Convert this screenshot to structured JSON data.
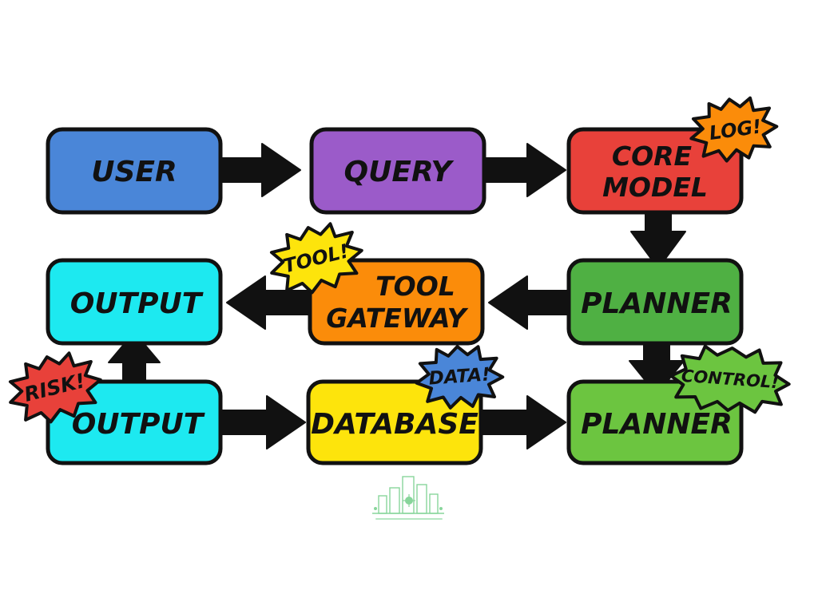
{
  "nodes": {
    "user": {
      "lines": [
        "USER"
      ],
      "color": "#4a86d8"
    },
    "query": {
      "lines": [
        "QUERY"
      ],
      "color": "#9b5bc9"
    },
    "core_model": {
      "lines": [
        "CORE",
        "MODEL"
      ],
      "color": "#e8413a"
    },
    "output_top": {
      "lines": [
        "OUTPUT"
      ],
      "color": "#1de9f0"
    },
    "tool_gateway": {
      "lines": [
        "TOOL",
        "GATEWAY"
      ],
      "color": "#fb8c0a"
    },
    "planner_mid": {
      "lines": [
        "PLANNER"
      ],
      "color": "#4fb043"
    },
    "output_bottom": {
      "lines": [
        "OUTPUT"
      ],
      "color": "#1de9f0"
    },
    "database": {
      "lines": [
        "DATABASE"
      ],
      "color": "#fde40c"
    },
    "planner_bottom": {
      "lines": [
        "PLANNER"
      ],
      "color": "#6cc540"
    }
  },
  "bursts": {
    "log": {
      "text": "LOG!",
      "color": "#fb8c0a"
    },
    "tool": {
      "text": "TOOL!",
      "color": "#fde40c"
    },
    "risk": {
      "text": "RISK!",
      "color": "#e8413a"
    },
    "data": {
      "text": "DATA!",
      "color": "#4a86d8"
    },
    "control": {
      "text": "CONTROL!",
      "color": "#6cc540"
    }
  },
  "arrows": [
    {
      "from": "user",
      "to": "query"
    },
    {
      "from": "query",
      "to": "core_model"
    },
    {
      "from": "core_model",
      "to": "planner_mid"
    },
    {
      "from": "planner_mid",
      "to": "tool_gateway"
    },
    {
      "from": "tool_gateway",
      "to": "output_top"
    },
    {
      "from": "planner_mid",
      "to": "planner_bottom"
    },
    {
      "from": "output_bottom",
      "to": "output_top"
    },
    {
      "from": "output_bottom",
      "to": "database"
    },
    {
      "from": "database",
      "to": "planner_bottom"
    }
  ],
  "watermark": {
    "icon": "building-logo-icon",
    "color": "#27b34a"
  }
}
